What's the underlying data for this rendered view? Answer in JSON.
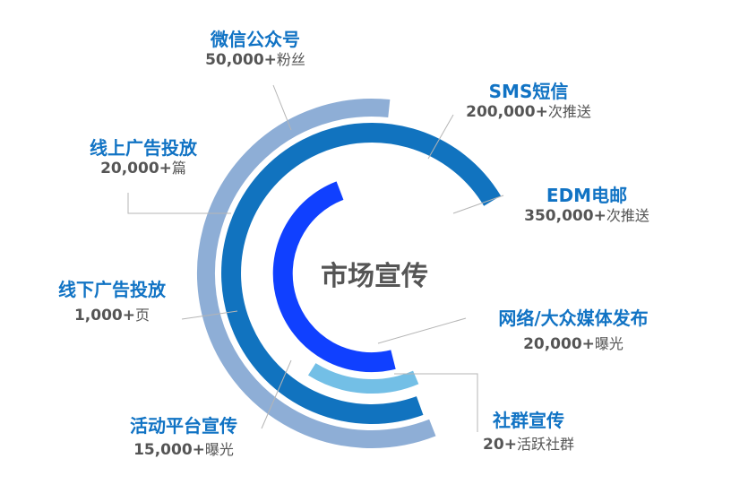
{
  "center_title": "市场宣传",
  "colors": {
    "outer": "#8eaed6",
    "middle": "#1173bf",
    "inner": "#1040ff",
    "community": "#73bfe6",
    "label": "#1173c4",
    "value": "#555555",
    "leader": "#b5b5b5"
  },
  "channels": [
    {
      "title": "微信公众号",
      "num": "50,000+",
      "unit": "粉丝"
    },
    {
      "title": "SMS短信",
      "num": "200,000+",
      "unit": "次推送"
    },
    {
      "title": "EDM电邮",
      "num": "350,000+",
      "unit": "次推送"
    },
    {
      "title": "线上广告投放",
      "num": "20,000+",
      "unit": "篇"
    },
    {
      "title": "线下广告投放",
      "num": "1,000+",
      "unit": "页"
    },
    {
      "title": "活动平台宣传",
      "num": "15,000+",
      "unit": "曝光"
    },
    {
      "title": "网络/大众媒体发布",
      "num": "20,000+",
      "unit": "曝光"
    },
    {
      "title": "社群宣传",
      "num": "20+",
      "unit": "活跃社群"
    }
  ]
}
